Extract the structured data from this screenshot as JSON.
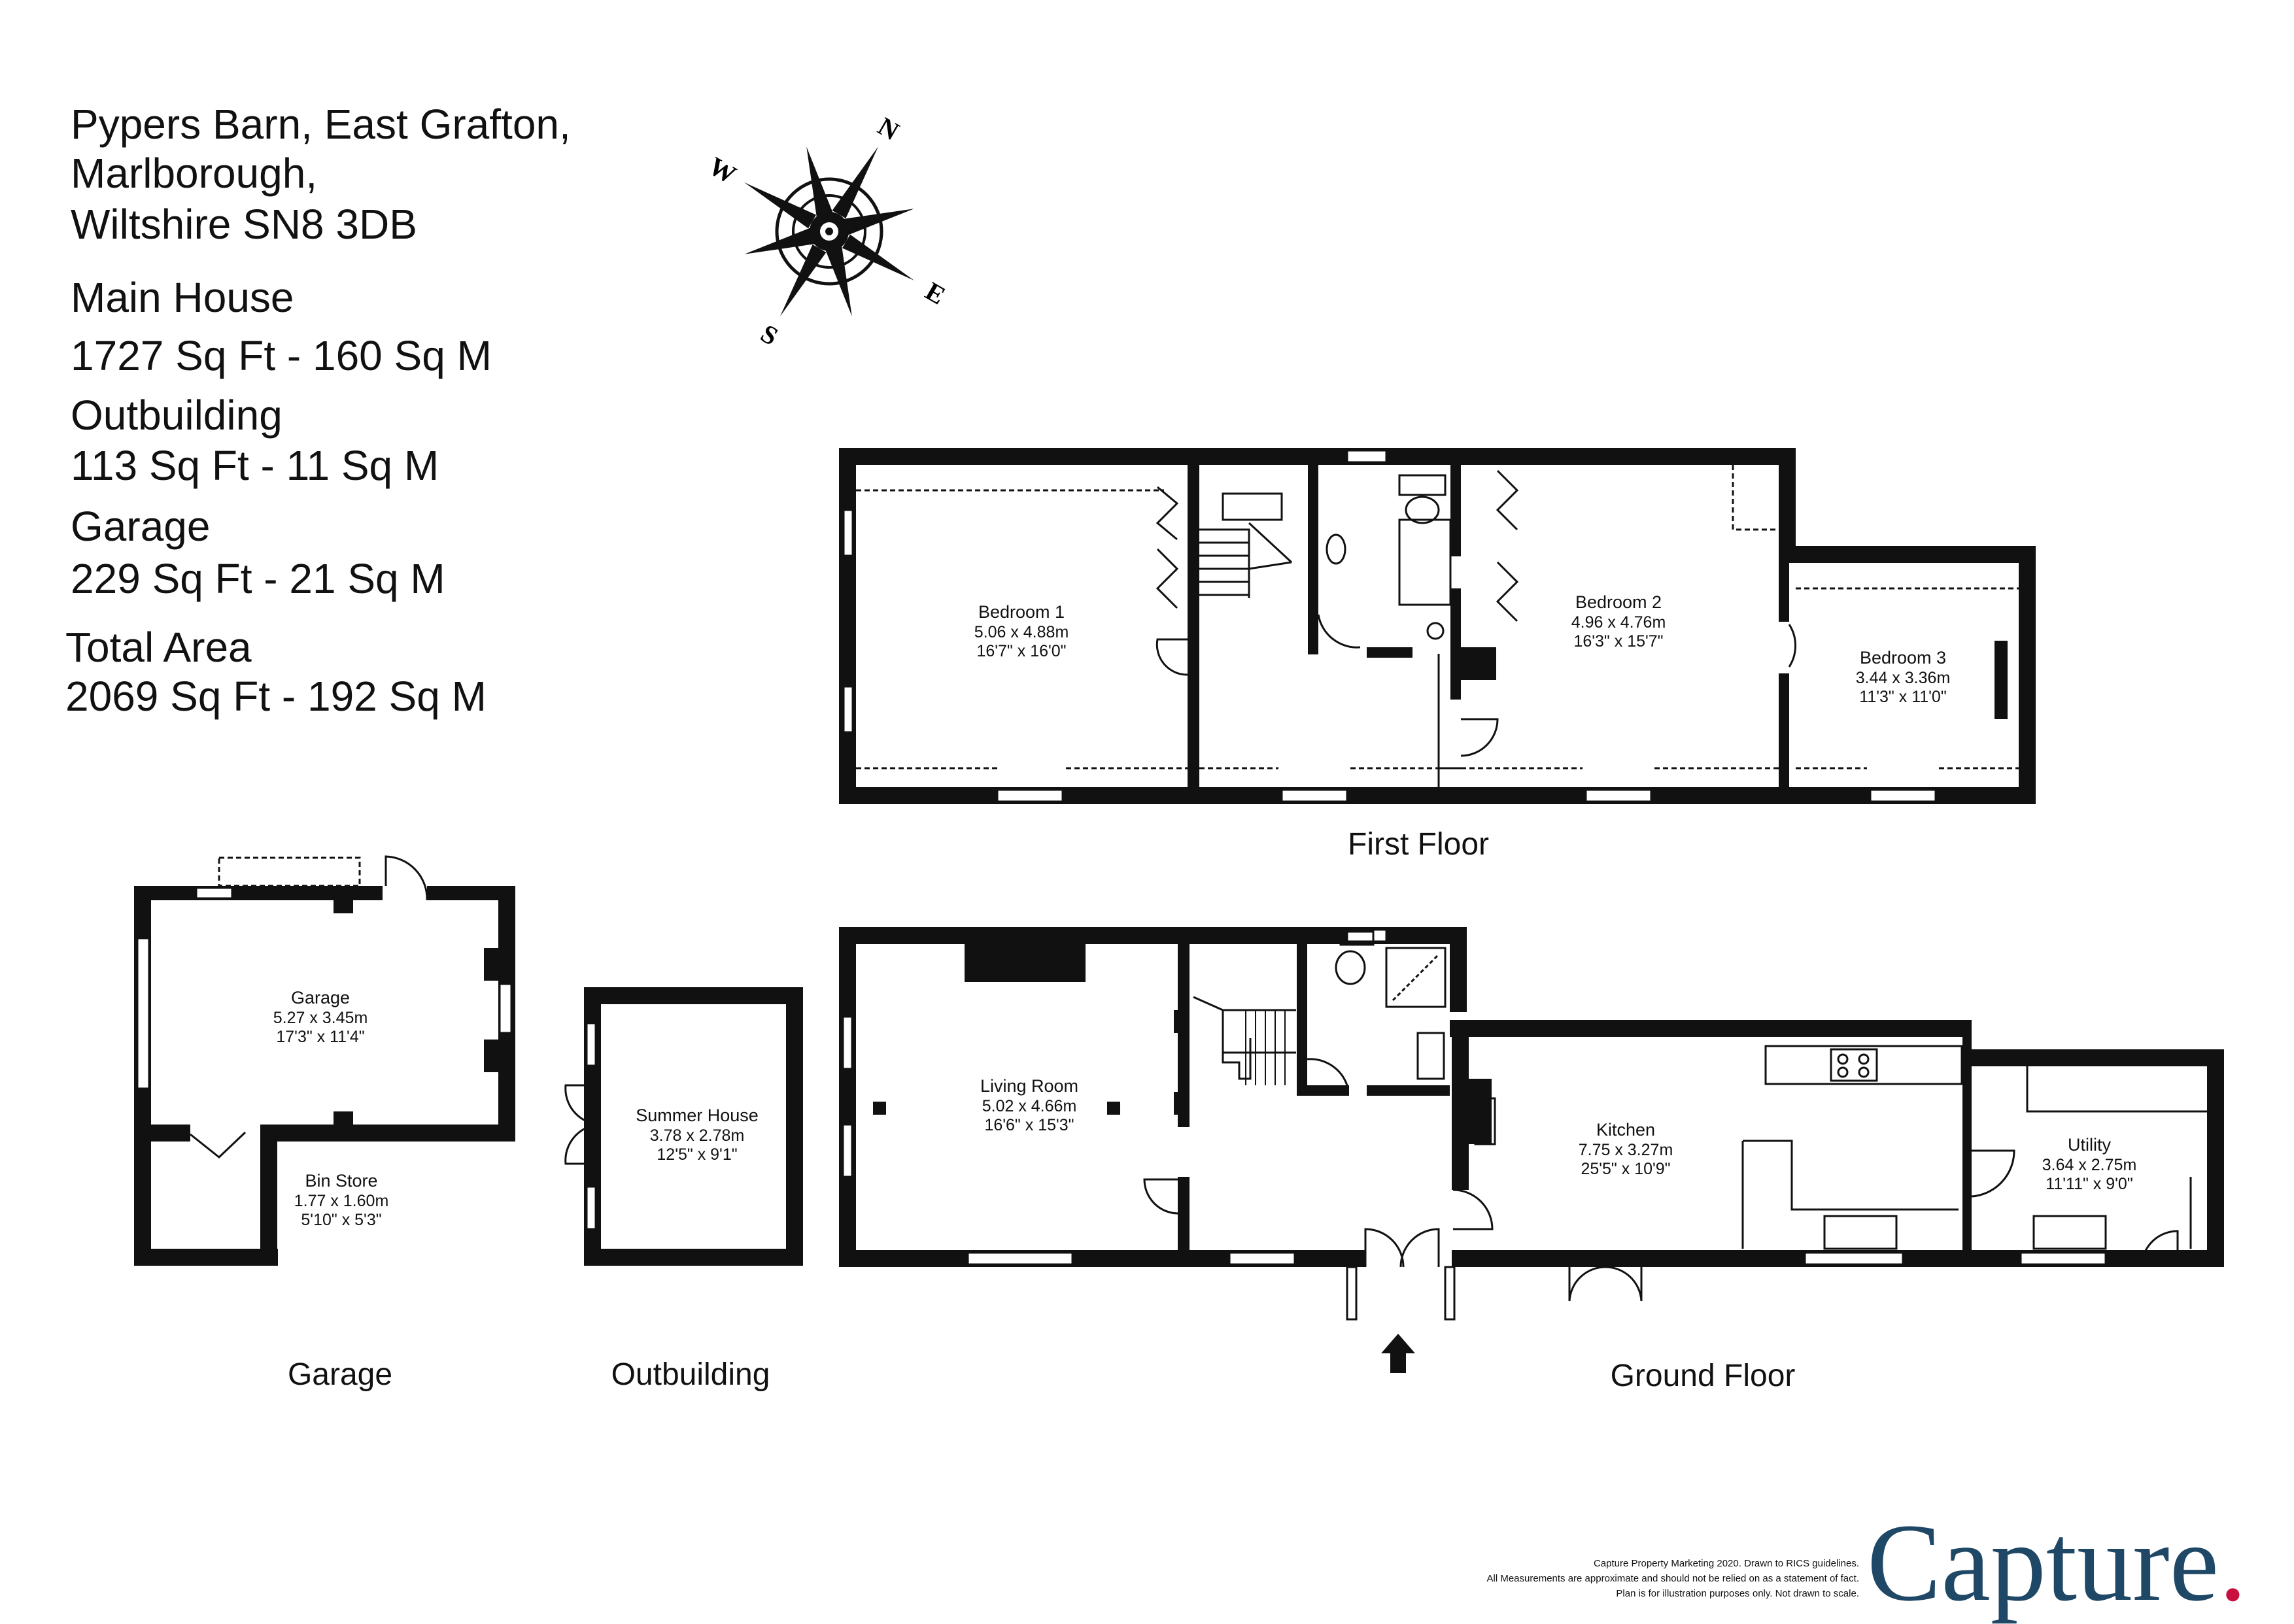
{
  "address": {
    "line1": "Pypers Barn, East Grafton,",
    "line2": "Marlborough,",
    "line3": "Wiltshire SN8 3DB"
  },
  "areas": {
    "main_house_label": "Main House",
    "main_house_value": "1727 Sq Ft  -  160 Sq M",
    "outbuilding_label": "Outbuilding",
    "outbuilding_value": "113 Sq Ft  -  11 Sq M",
    "garage_label": "Garage",
    "garage_value": "229 Sq Ft  -  21 Sq M",
    "total_label": "Total Area",
    "total_value": "2069 Sq Ft  -  192 Sq M"
  },
  "compass": {
    "n": "N",
    "e": "E",
    "s": "S",
    "w": "W"
  },
  "floor_labels": {
    "first": "First Floor",
    "ground": "Ground Floor",
    "garage": "Garage",
    "outbuilding": "Outbuilding"
  },
  "rooms": {
    "bedroom1": {
      "name": "Bedroom 1",
      "metric": "5.06 x 4.88m",
      "imperial": "16'7\" x 16'0\""
    },
    "bedroom2": {
      "name": "Bedroom 2",
      "metric": "4.96 x 4.76m",
      "imperial": "16'3\" x 15'7\""
    },
    "bedroom3": {
      "name": "Bedroom 3",
      "metric": "3.44 x 3.36m",
      "imperial": "11'3\" x 11'0\""
    },
    "living": {
      "name": "Living Room",
      "metric": "5.02 x 4.66m",
      "imperial": "16'6\" x 15'3\""
    },
    "kitchen": {
      "name": "Kitchen",
      "metric": "7.75 x 3.27m",
      "imperial": "25'5\" x 10'9\""
    },
    "utility": {
      "name": "Utility",
      "metric": "3.64 x 2.75m",
      "imperial": "11'11\" x 9'0\""
    },
    "garage": {
      "name": "Garage",
      "metric": "5.27 x 3.45m",
      "imperial": "17'3\" x 11'4\""
    },
    "binstore": {
      "name": "Bin Store",
      "metric": "1.77 x 1.60m",
      "imperial": "5'10\" x 5'3\""
    },
    "summerhouse": {
      "name": "Summer House",
      "metric": "3.78 x 2.78m",
      "imperial": "12'5\" x 9'1\""
    }
  },
  "footer": {
    "line1": "Capture Property Marketing 2020. Drawn to RICS guidelines.",
    "line2": "All Measurements are approximate and should not be relied on as a statement of fact.",
    "line3": "Plan is for illustration purposes only. Not drawn to scale."
  },
  "brand": {
    "name": "Capture",
    "dot": "."
  },
  "colors": {
    "wall": "#111111",
    "brand_text": "#1f4766",
    "brand_dot": "#c8103e"
  }
}
